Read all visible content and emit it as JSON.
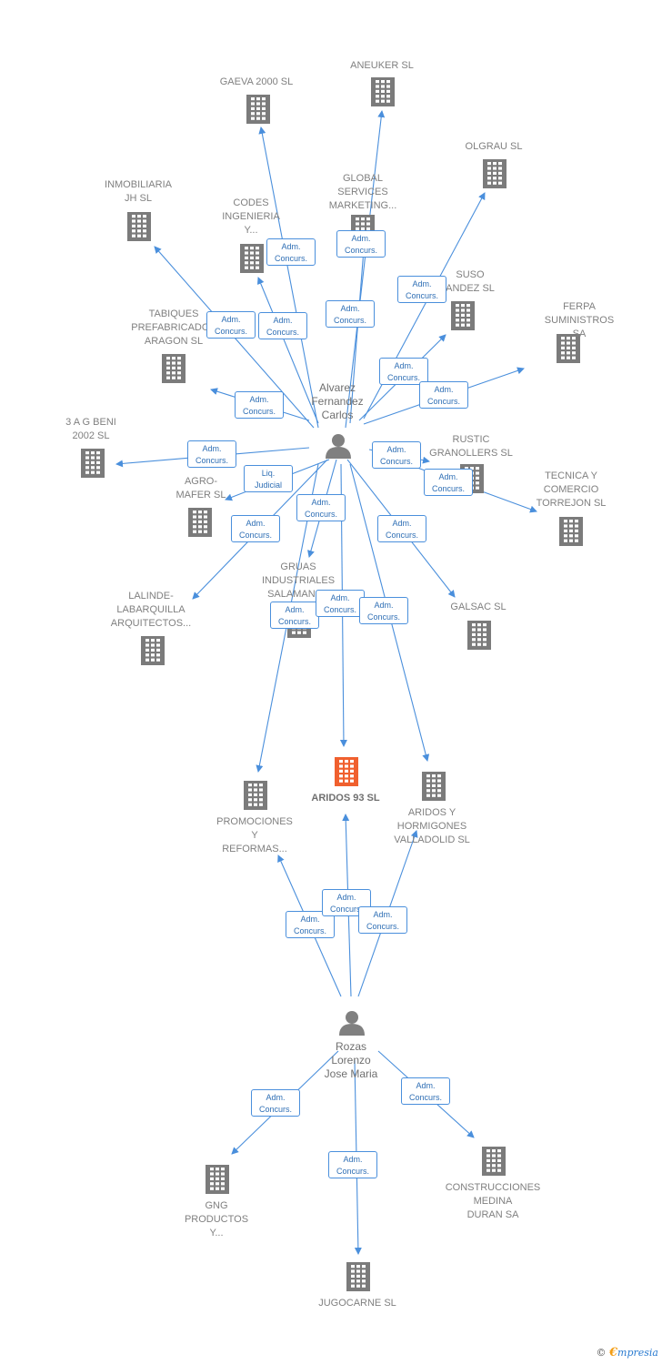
{
  "colors": {
    "edge": "#4a8fdc",
    "building": "#7b7b7b",
    "building_main": "#f0602e",
    "person": "#808080",
    "role_text": "#2f6fb5"
  },
  "companies": [
    {
      "id": "gaeva",
      "label": "GAEVA 2000 SL"
    },
    {
      "id": "aneuker",
      "label": "ANEUKER SL"
    },
    {
      "id": "olgrau",
      "label": "OLGRAU SL"
    },
    {
      "id": "inmobiliaria",
      "label": "INMOBILIARIA\nJH SL"
    },
    {
      "id": "codes",
      "label": "CODES\nINGENIERIA\nY..."
    },
    {
      "id": "global",
      "label": "GLOBAL\nSERVICES\nMARKETING..."
    },
    {
      "id": "suso",
      "label": "SUSO\nANDEZ SL"
    },
    {
      "id": "ferpa",
      "label": "FERPA\nSUMINISTROS SA"
    },
    {
      "id": "tabiques",
      "label": "TABIQUES\nPREFABRICADOS\nARAGON SL"
    },
    {
      "id": "3ag",
      "label": "3 A G BENI\n2002 SL"
    },
    {
      "id": "rustic",
      "label": "RUSTIC\nGRANOLLERS SL"
    },
    {
      "id": "tecnica",
      "label": "TECNICA Y\nCOMERCIO\nTORREJON SL"
    },
    {
      "id": "agromafer",
      "label": "AGRO-\nMAFER SL"
    },
    {
      "id": "lalinde",
      "label": "LALINDE-\nLABARQUILLA\nARQUITECTOS..."
    },
    {
      "id": "gruas",
      "label": "GRUAS\nINDUSTRIALES\nSALAMANCA"
    },
    {
      "id": "galsac",
      "label": "GALSAC SL"
    },
    {
      "id": "promociones",
      "label": "PROMOCIONES\nY\nREFORMAS..."
    },
    {
      "id": "aridos93",
      "label": "ARIDOS 93 SL"
    },
    {
      "id": "aridosy",
      "label": "ARIDOS Y\nHORMIGONES\nVALLADOLID SL"
    },
    {
      "id": "gng",
      "label": "GNG\nPRODUCTOS\nY..."
    },
    {
      "id": "construcciones",
      "label": "CONSTRUCCIONES\nMEDINA\nDURAN SA"
    },
    {
      "id": "jugocarne",
      "label": "JUGOCARNE SL"
    }
  ],
  "persons": [
    {
      "id": "alvarez",
      "label": "Alvarez\nFernandez\nCarlos"
    },
    {
      "id": "rozas",
      "label": "Rozas\nLorenzo\nJose Maria"
    }
  ],
  "roles": [
    "Adm.\nConcurs.",
    "Adm.\nConcurs.",
    "Adm.\nConcurs.",
    "Adm.\nConcurs.",
    "Adm.\nConcurs.",
    "Adm.\nConcurs.",
    "Adm.\nConcurs.",
    "Adm.\nConcurs.",
    "Adm.\nConcurs.",
    "Adm.\nConcurs.",
    "Adm.\nConcurs.",
    "Adm.\nConcurs.",
    "Adm.\nConcurs.",
    "Liq.\nJudicial",
    "Adm.\nConcurs.",
    "Adm.\nConcurs.",
    "Adm.\nConcurs.",
    "Adm.\nConcurs.",
    "Adm.\nConcurs.",
    "Adm.\nConcurs.",
    "Adm.\nConcurs.",
    "Adm.\nConcurs.",
    "Adm.\nConcurs.",
    "Adm.\nConcurs.",
    "Adm.\nConcurs.",
    "Adm.\nConcurs."
  ],
  "footer": {
    "copyright": "©",
    "brand_e": "€",
    "brand_rest": "mpresia"
  }
}
